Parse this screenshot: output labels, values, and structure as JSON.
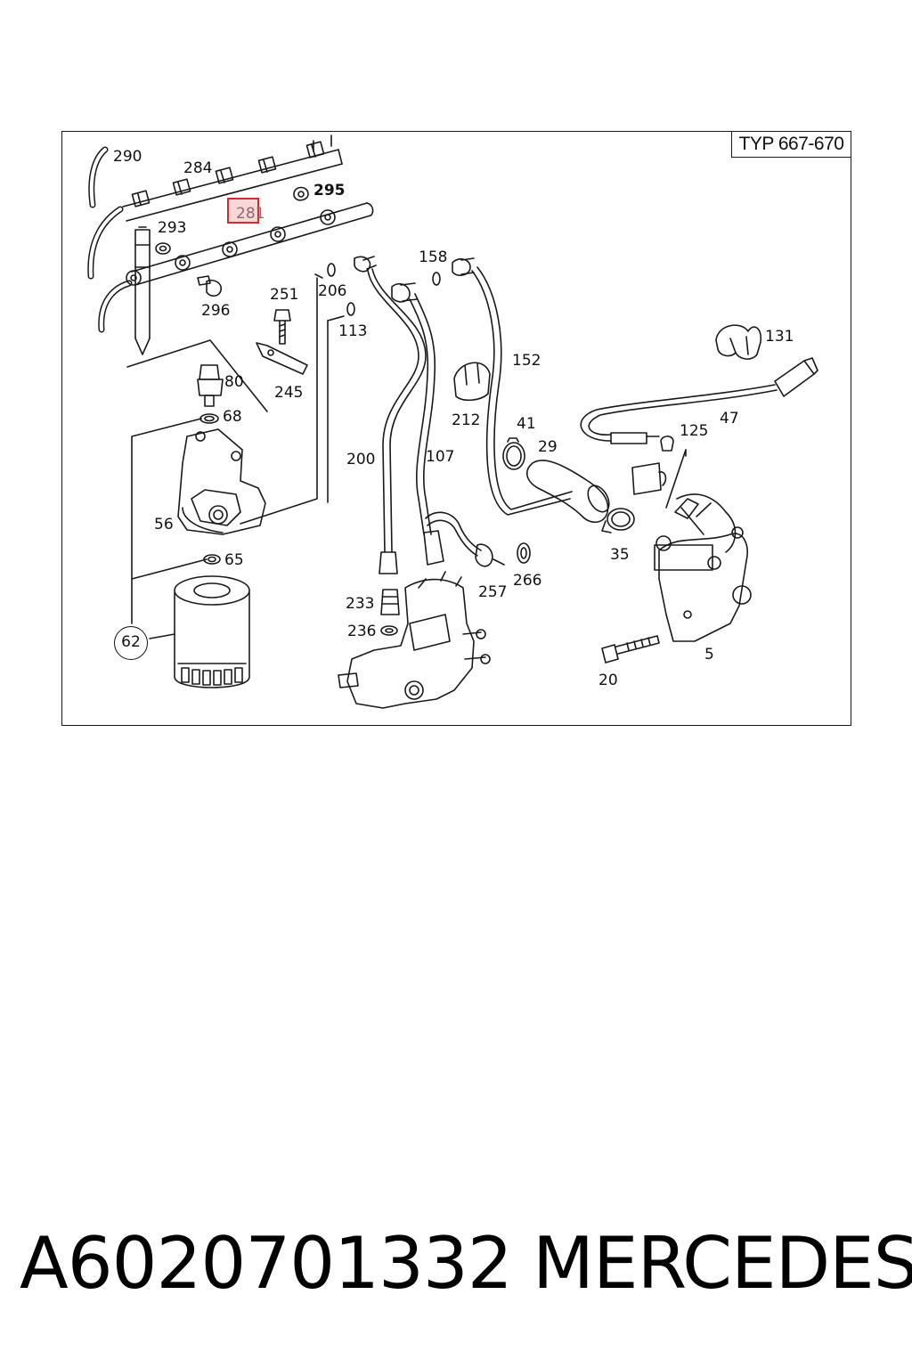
{
  "diagram": {
    "type_label": "TYP 667-670",
    "highlighted_callout": "281",
    "callouts": {
      "c290": "290",
      "c284": "284",
      "c295": "295",
      "c293": "293",
      "c296": "296",
      "c251": "251",
      "c206": "206",
      "c113": "113",
      "c158": "158",
      "c152": "152",
      "c131": "131",
      "c80": "80",
      "c68": "68",
      "c245": "245",
      "c212": "212",
      "c47": "47",
      "c41": "41",
      "c29": "29",
      "c125": "125",
      "c200": "200",
      "c107": "107",
      "c56": "56",
      "c65": "65",
      "c35": "35",
      "c233": "233",
      "c257": "257",
      "c266": "266",
      "c236": "236",
      "c62": "62",
      "c5": "5",
      "c20": "20"
    }
  },
  "footer": {
    "part_number": "A6020701332",
    "brand": "MERCEDES"
  }
}
